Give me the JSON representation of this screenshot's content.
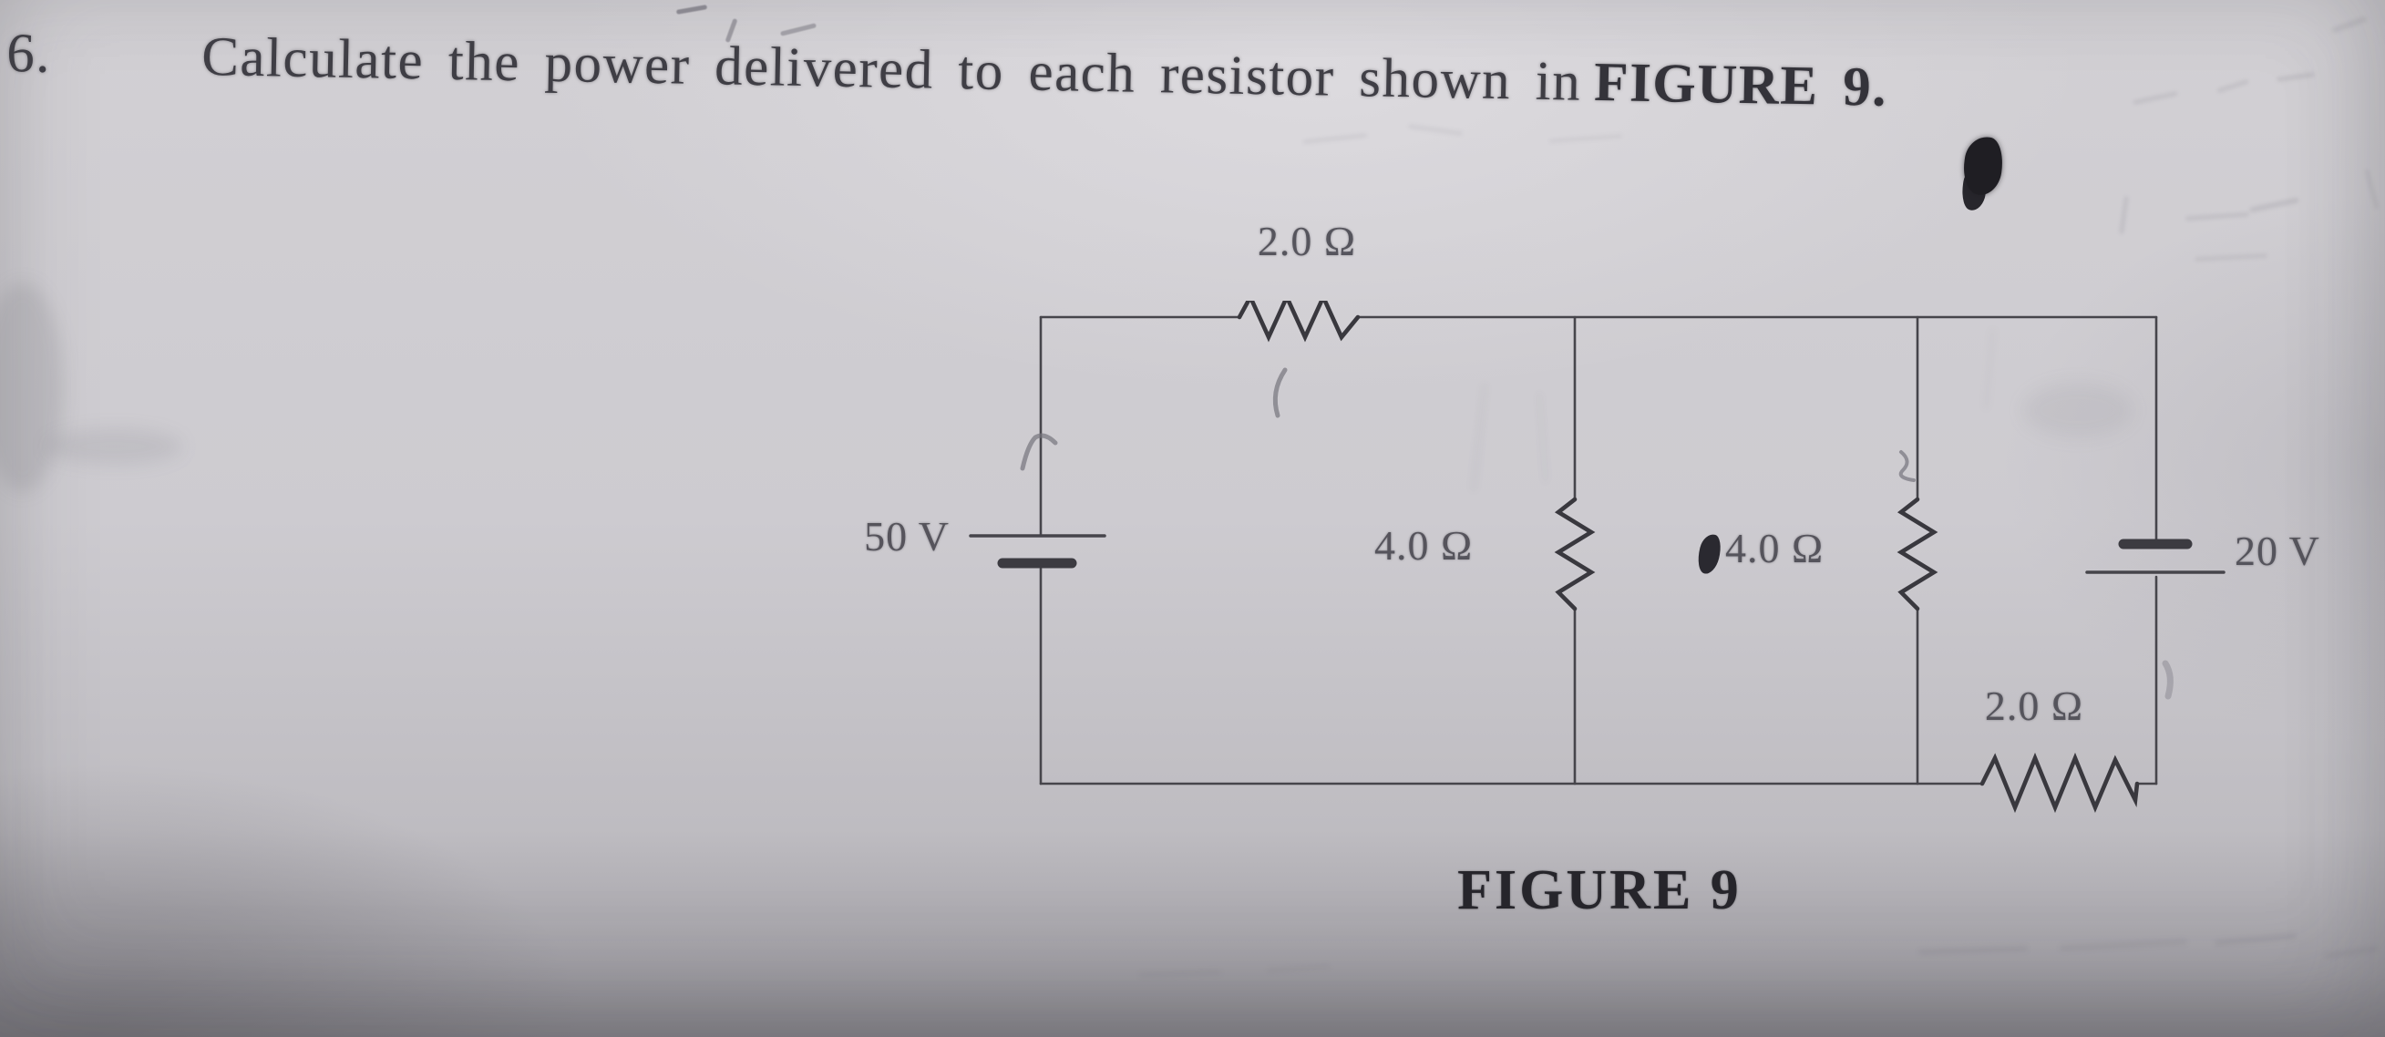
{
  "problem": {
    "number": "6.",
    "statement": "Calculate the power delivered to each resistor shown in",
    "figure_reference": "FIGURE 9."
  },
  "figure": {
    "caption": "FIGURE 9",
    "labels": {
      "top_resistor": "2.0 Ω",
      "left_battery": "50 V",
      "middle_resistor_left": "4.0 Ω",
      "middle_resistor_right": "4.0 Ω",
      "right_battery": "20 V",
      "bottom_resistor": "2.0 Ω"
    }
  },
  "colors": {
    "paper": "#cdcbd0",
    "printed_ink": "#3f3e45",
    "circuit_ink": "#46454b",
    "ink_splotch": "#1f1e23"
  }
}
